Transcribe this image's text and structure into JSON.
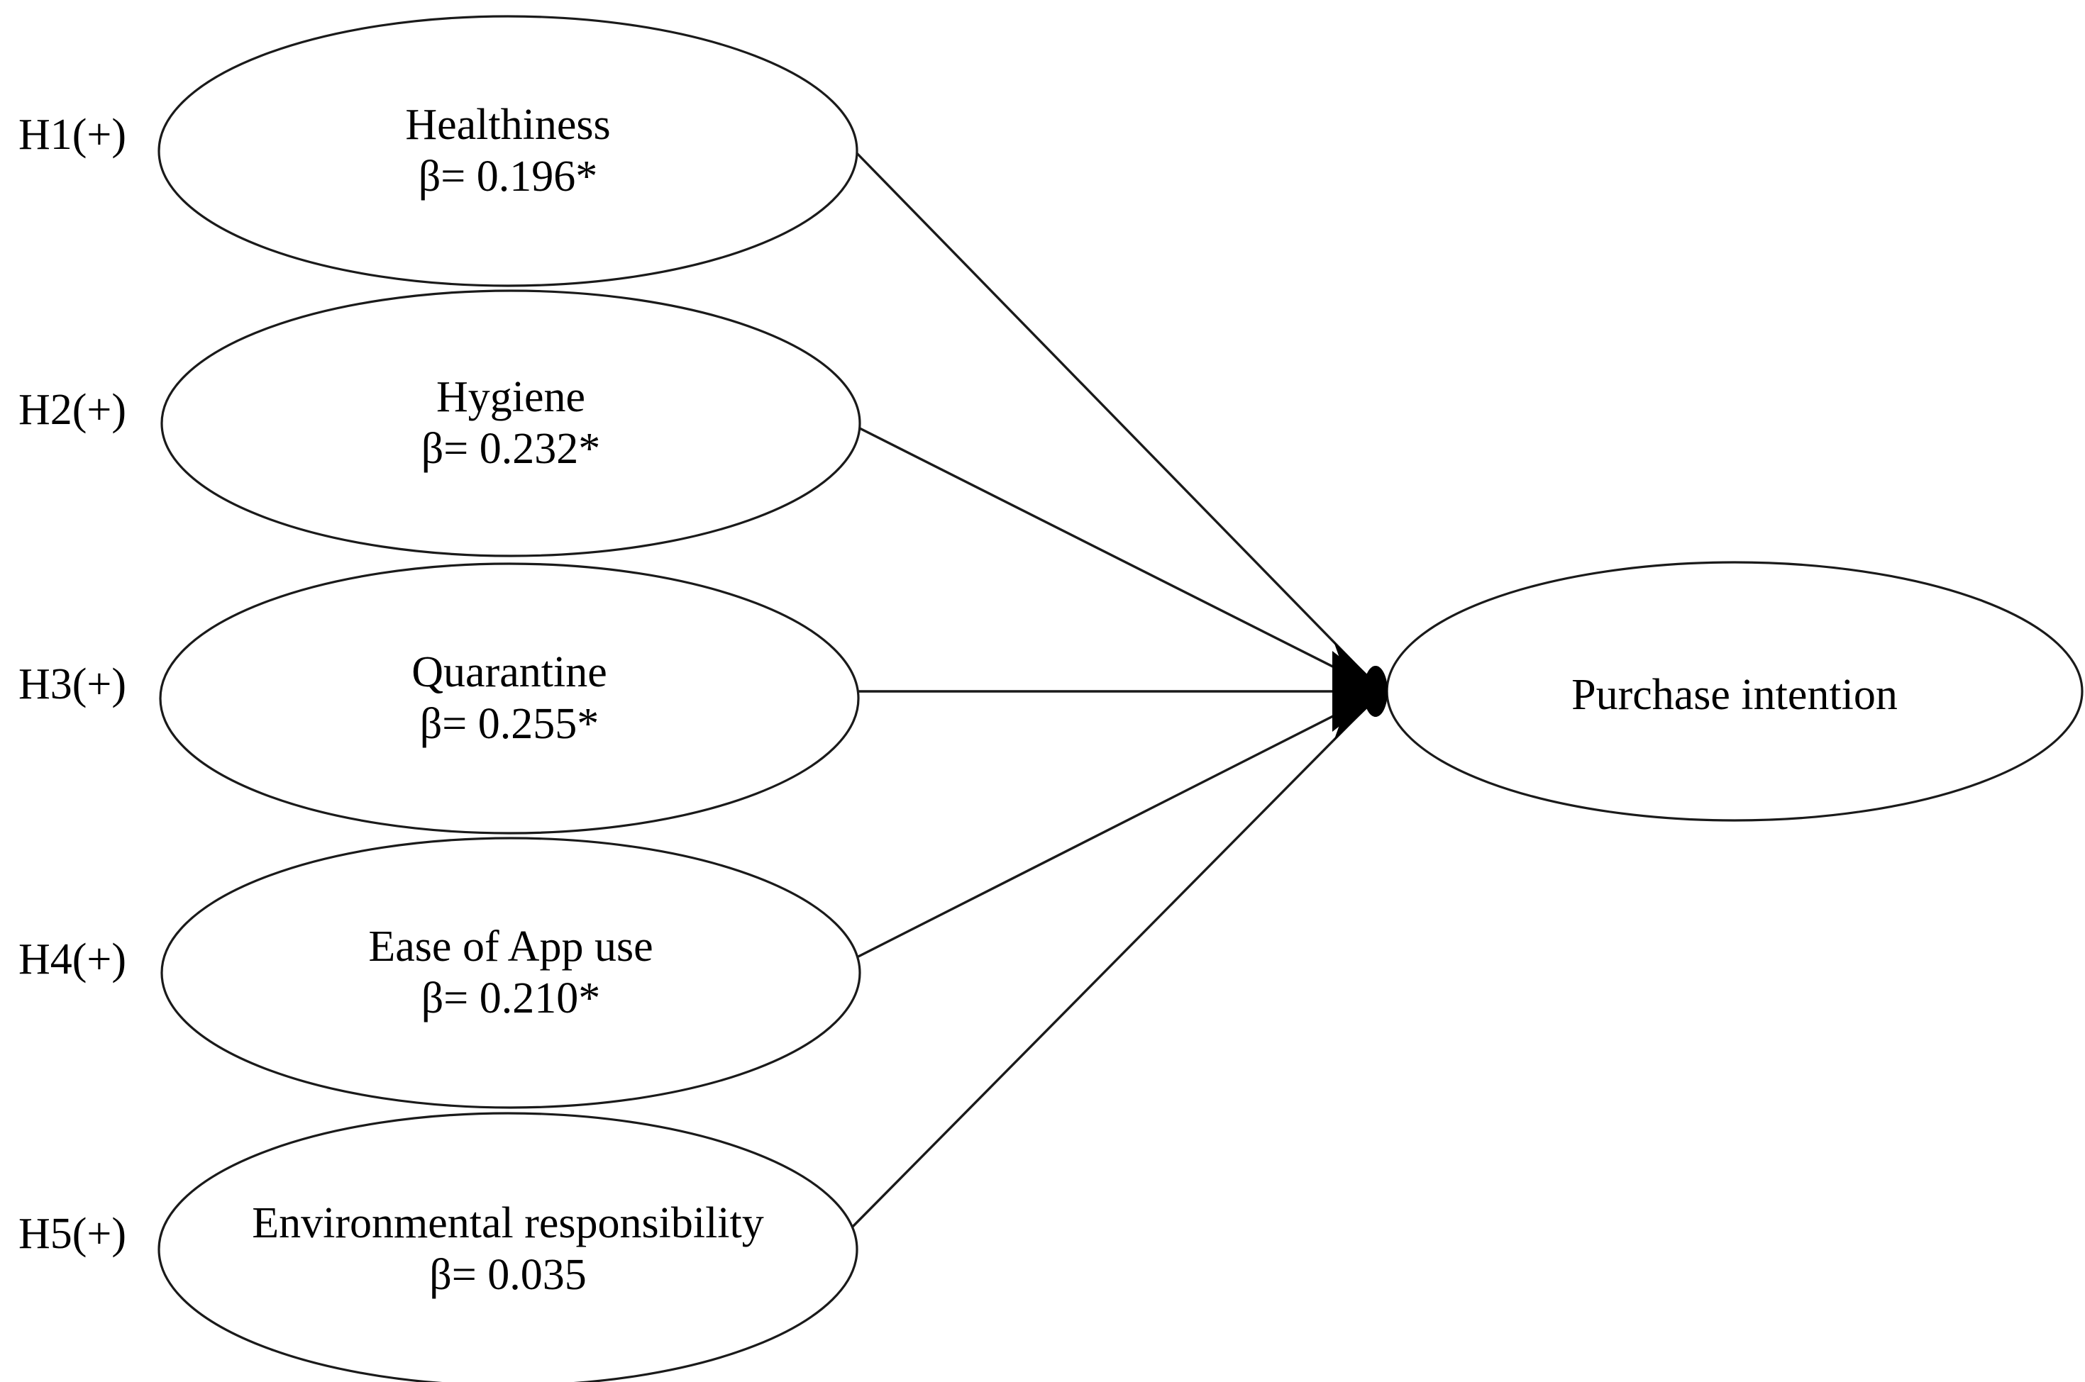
{
  "diagram": {
    "type": "path-model",
    "background_color": "#ffffff",
    "stroke_color": "#1a1a1a",
    "text_color": "#000000",
    "hypothesis_labels": [
      {
        "id": "h1",
        "text": "H1(+)"
      },
      {
        "id": "h2",
        "text": "H2(+)"
      },
      {
        "id": "h3",
        "text": "H3(+)"
      },
      {
        "id": "h4",
        "text": "H4(+)"
      },
      {
        "id": "h5",
        "text": "H5(+)"
      }
    ],
    "predictors": [
      {
        "id": "healthiness",
        "name": "Healthiness",
        "coefficient": "β= 0.196*",
        "beta": 0.196,
        "significant": true
      },
      {
        "id": "hygiene",
        "name": "Hygiene",
        "coefficient": "β= 0.232*",
        "beta": 0.232,
        "significant": true
      },
      {
        "id": "quarantine",
        "name": "Quarantine",
        "coefficient": "β= 0.255*",
        "beta": 0.255,
        "significant": true
      },
      {
        "id": "ease-of-app-use",
        "name": "Ease of App use",
        "coefficient": "β= 0.210*",
        "beta": 0.21,
        "significant": true
      },
      {
        "id": "environmental-responsibility",
        "name": "Environmental responsibility",
        "coefficient": "β= 0.035",
        "beta": 0.035,
        "significant": false
      }
    ],
    "outcome": {
      "id": "purchase-intention",
      "name": "Purchase intention"
    }
  }
}
